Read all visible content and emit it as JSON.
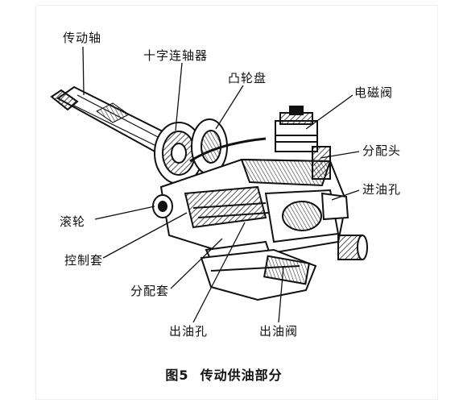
{
  "labels": {
    "drive_shaft": "传动轴",
    "cross_coupling": "十字连轴器",
    "cam_disc": "凸轮盘",
    "solenoid_valve": "电磁阀",
    "distributor_head": "分配头",
    "oil_inlet": "进油孔",
    "roller": "滚轮",
    "control_sleeve": "控制套",
    "distributor_sleeve": "分配套",
    "oil_outlet_hole": "出油孔",
    "delivery_valve": "出油阀"
  },
  "caption": {
    "figure_no": "图5",
    "title": "传动供油部分"
  },
  "colors": {
    "ink": "#1a1a1a",
    "background": "#ffffff"
  }
}
